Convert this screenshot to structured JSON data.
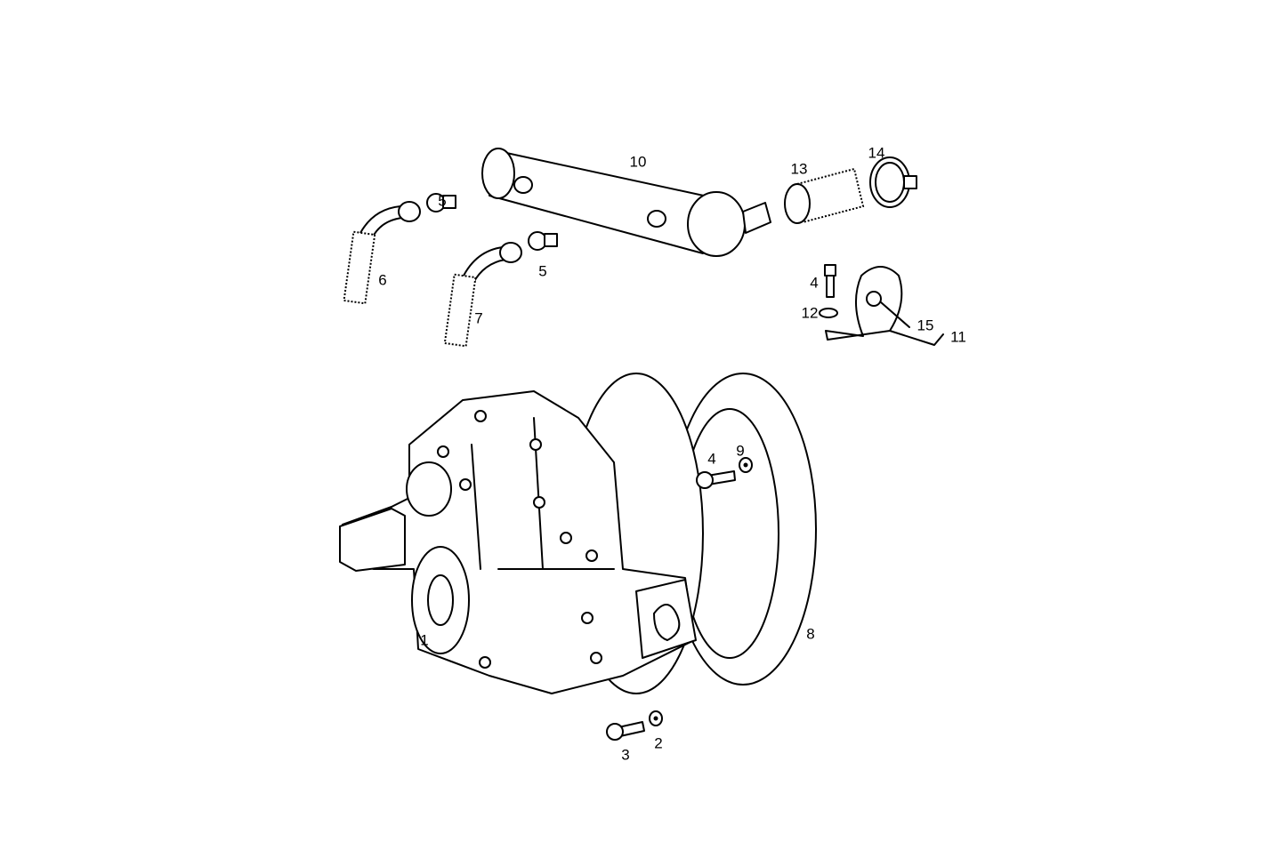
{
  "callouts": {
    "p10": "10",
    "p13": "13",
    "p14": "14",
    "p5a": "5",
    "p5b": "5",
    "p6": "6",
    "p7": "7",
    "p4a": "4",
    "p12": "12",
    "p15": "15",
    "p11": "11",
    "p4b": "4",
    "p9": "9",
    "p8": "8",
    "p1": "1",
    "p3": "3",
    "p2": "2"
  },
  "colors": {
    "line": "#000000",
    "background": "#ffffff"
  }
}
